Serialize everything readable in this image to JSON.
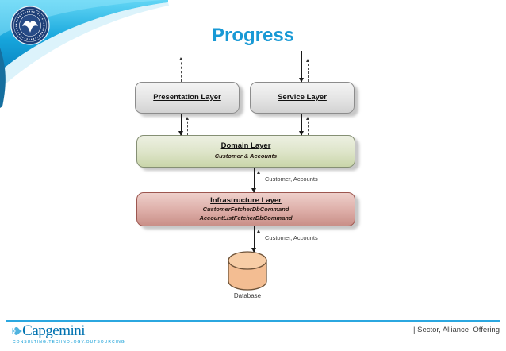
{
  "title": "Progress",
  "colors": {
    "title_blue": "#1899d5",
    "footer_line_blue": "#2ba7e0",
    "capgemini_blue": "#0072b0",
    "domain_green": "#c9d5a9",
    "infrastructure_pink": "#c98f88",
    "database_peach": "#f3bd92"
  },
  "diagram": {
    "presentation": {
      "title": "Presentation Layer"
    },
    "service": {
      "title": "Service Layer"
    },
    "domain": {
      "title": "Domain Layer",
      "subtitle": "Customer & Accounts"
    },
    "infrastructure": {
      "title": "Infrastructure Layer",
      "items": [
        "CustomerFetcherDbCommand",
        "AccountListFetcherDbCommand"
      ]
    },
    "database": {
      "label": "Database"
    },
    "flow_label_domain_infra": "Customer, Accounts",
    "flow_label_infra_db": "Customer, Accounts"
  },
  "footer": {
    "logo_text": "Capgemini",
    "logo_tagline": "CONSULTING.TECHNOLOGY.OUTSOURCING",
    "right_text": "| Sector, Alliance, Offering"
  }
}
